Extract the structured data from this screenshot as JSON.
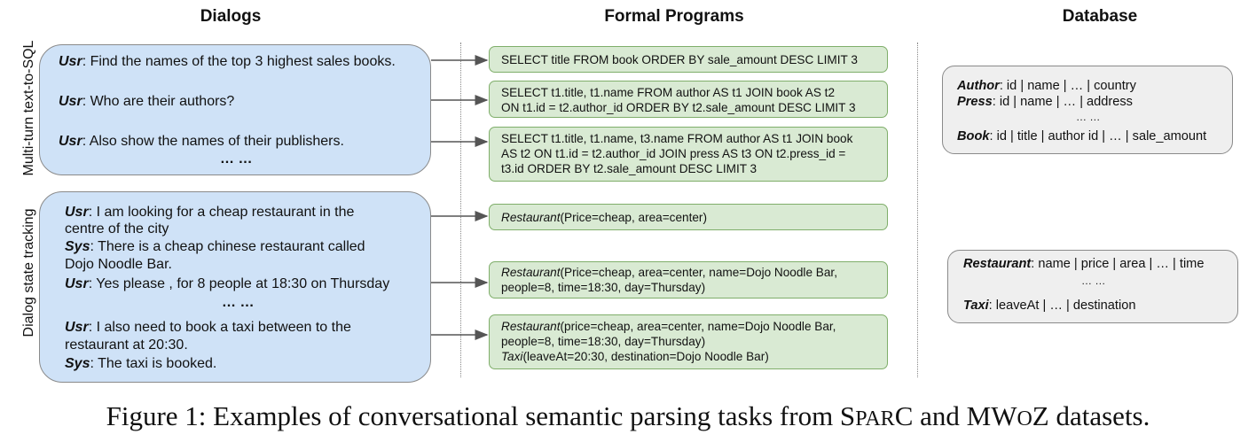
{
  "headers": {
    "dialogs": "Dialogs",
    "programs": "Formal Programs",
    "database": "Database"
  },
  "side_labels": {
    "top": "Multi-turn text-to-SQL",
    "bottom": "Dialog state tracking"
  },
  "sql_dialog": {
    "turns": [
      {
        "speaker": "Usr",
        "text": ": Find the names of the top 3 highest sales books."
      },
      {
        "speaker": "Usr",
        "text": ": Who are their authors?"
      },
      {
        "speaker": "Usr",
        "text": ": Also show the names of their publishers."
      }
    ],
    "ellipsis": "… …"
  },
  "dst_dialog": {
    "lines": [
      {
        "speaker": "Usr",
        "text": ": I am looking for a cheap restaurant in the"
      },
      {
        "speaker": "",
        "text": "centre of the city"
      },
      {
        "speaker": "Sys",
        "text": ": There is a cheap chinese restaurant called"
      },
      {
        "speaker": "",
        "text": "Dojo Noodle Bar."
      },
      {
        "speaker": "Usr",
        "text": ": Yes please , for 8 people at 18:30 on Thursday"
      },
      {
        "speaker": "Usr",
        "text": ":  I also need to book a taxi between to the"
      },
      {
        "speaker": "",
        "text": "restaurant at 20:30."
      },
      {
        "speaker": "Sys",
        "text": ": The taxi is booked."
      }
    ],
    "ellipsis": "… …"
  },
  "programs": {
    "sql1": [
      "SELECT title FROM book ORDER BY sale_amount DESC LIMIT 3"
    ],
    "sql2": [
      "SELECT t1.title, t1.name FROM author AS t1 JOIN book AS t2",
      "ON t1.id = t2.author_id ORDER BY t2.sale_amount DESC LIMIT 3"
    ],
    "sql3": [
      "SELECT t1.title, t1.name, t3.name FROM author AS t1 JOIN book",
      "AS t2 ON t1.id = t2.author_id JOIN press AS t3 ON t2.press_id =",
      "t3.id ORDER BY t2.sale_amount DESC LIMIT 3"
    ],
    "dst1": {
      "name": "Restaurant",
      "args": "(Price=cheap, area=center)"
    },
    "dst2": {
      "name": "Restaurant",
      "args": "(Price=cheap, area=center, name=Dojo Noodle Bar,",
      "args2": "people=8, time=18:30, day=Thursday)"
    },
    "dst3": {
      "name": "Restaurant",
      "args": "(price=cheap, area=center, name=Dojo Noodle Bar,",
      "args2": "people=8, time=18:30, day=Thursday)",
      "name2": "Taxi",
      "args3": "(leaveAt=20:30, destination=Dojo Noodle Bar)"
    }
  },
  "databases": {
    "sql": {
      "author": {
        "name": "Author",
        "fields": ": id | name | … | country"
      },
      "press": {
        "name": "Press",
        "fields": ": id | name | … | address"
      },
      "ellipsis": "… …",
      "book": {
        "name": "Book",
        "fields": ": id | title | author id | … | sale_amount"
      }
    },
    "dst": {
      "restaurant": {
        "name": "Restaurant",
        "fields": ":  name | price | area | … | time"
      },
      "ellipsis": "… …",
      "taxi": {
        "name": "Taxi",
        "fields": ":  leaveAt  | … |  destination"
      }
    }
  },
  "caption": {
    "prefix": "Figure 1: Examples of conversational semantic parsing tasks from S",
    "sparc_a": "P",
    "sparc_b": "AR",
    "sparc_c": "C and MW",
    "mwoz_b": "O",
    "suffix": "Z datasets."
  }
}
